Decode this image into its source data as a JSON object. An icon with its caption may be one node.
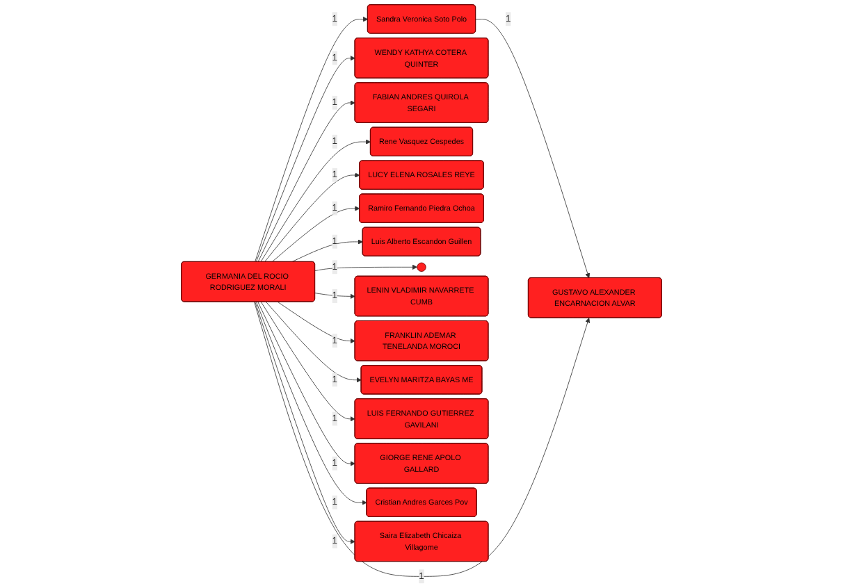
{
  "diagram": {
    "nodes": [
      {
        "text": [
          "GERMANIA DEL ROCIO RODRIGUEZ MORALI"
        ]
      },
      {
        "text": [
          "Sandra Veronica Soto Polo"
        ]
      },
      {
        "text": [
          "GUSTAVO ALEXANDER ENCARNACION ALVAR"
        ]
      },
      {
        "text": [
          "WENDY KATHYA COTERA QUINTER"
        ]
      },
      {
        "text": [
          "FABIAN ANDRES QUIROLA SEGARI"
        ]
      },
      {
        "text": [
          "Rene Vasquez Cespedes"
        ]
      },
      {
        "text": [
          "LUCY ELENA ROSALES REYE"
        ]
      },
      {
        "text": [
          "Ramiro Fernando Piedra Ochoa"
        ]
      },
      {
        "text": [
          "Luis Alberto Escandon Guillen"
        ]
      },
      {
        "text": [],
        "shape": "circle"
      },
      {
        "text": [
          "LENIN VLADIMIR NAVARRETE CUMB"
        ]
      },
      {
        "text": [
          "FRANKLIN ADEMAR TENELANDA MOROCI"
        ]
      },
      {
        "text": [
          "EVELYN MARITZA BAYAS ME"
        ]
      },
      {
        "text": [
          "LUIS FERNANDO GUTIERREZ GAVILANI"
        ]
      },
      {
        "text": [
          "GIORGE RENE APOLO GALLARD"
        ]
      },
      {
        "text": [
          "Cristian Andres Garces Pov"
        ]
      },
      {
        "text": [
          "Saira Elizabeth Chicaiza Villagome"
        ]
      }
    ],
    "edges": [
      {
        "from": 1,
        "to": 2,
        "arrow": "to",
        "label": "1"
      },
      {
        "from": 0,
        "to": 1,
        "arrow": "to",
        "label": "1"
      },
      {
        "from": 0,
        "to": 2,
        "arrow": "to",
        "label": "1"
      },
      {
        "from": 0,
        "to": 3,
        "arrow": "to",
        "label": "1"
      },
      {
        "from": 0,
        "to": 4,
        "arrow": "to",
        "label": "1"
      },
      {
        "from": 0,
        "to": 5,
        "arrow": "to",
        "label": "1"
      },
      {
        "from": 0,
        "to": 6,
        "arrow": "to",
        "label": "1"
      },
      {
        "from": 0,
        "to": 7,
        "arrow": "to",
        "label": "1"
      },
      {
        "from": 0,
        "to": 8,
        "arrow": "to",
        "label": "1"
      },
      {
        "from": 0,
        "to": 9,
        "arrow": "to",
        "label": "1"
      },
      {
        "from": 0,
        "to": 10,
        "arrow": "to",
        "label": "1"
      },
      {
        "from": 0,
        "to": 11,
        "arrow": "to",
        "label": "1"
      },
      {
        "from": 0,
        "to": 12,
        "arrow": "to",
        "label": "1"
      },
      {
        "from": 0,
        "to": 13,
        "arrow": "to",
        "label": "1"
      },
      {
        "from": 0,
        "to": 14,
        "arrow": "to",
        "label": "1"
      },
      {
        "from": 0,
        "to": 15,
        "arrow": "to",
        "label": "1"
      },
      {
        "from": 0,
        "to": 16,
        "arrow": "to",
        "label": "1"
      }
    ]
  }
}
